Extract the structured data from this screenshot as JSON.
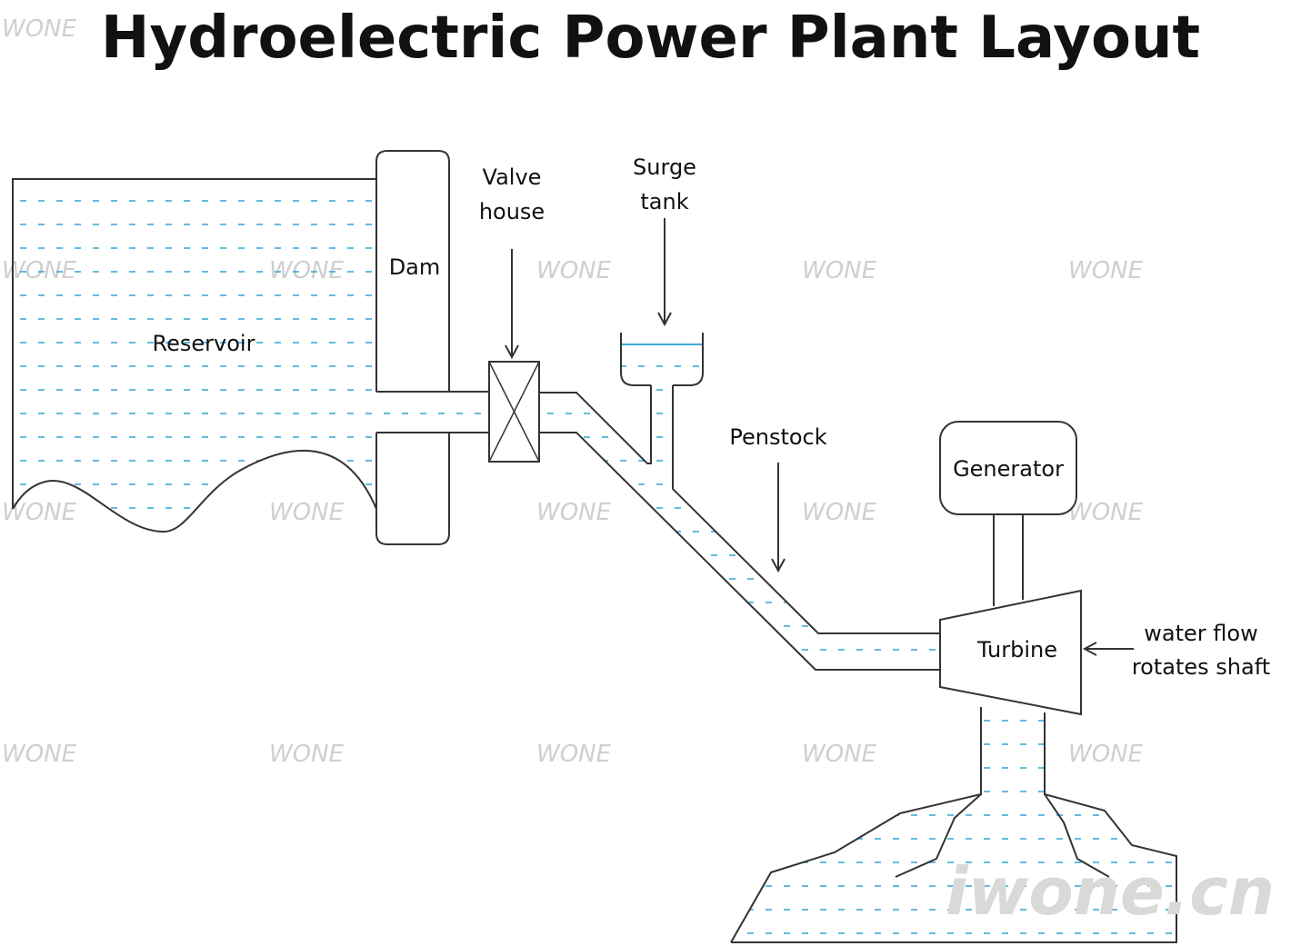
{
  "title": "Hydroelectric Power Plant Layout",
  "labels": {
    "reservoir": "Reservoir",
    "dam": "Dam",
    "valve_line1": "Valve",
    "valve_line2": "house",
    "surge_line1": "Surge",
    "surge_line2": "tank",
    "penstock": "Penstock",
    "generator": "Generator",
    "turbine": "Turbine",
    "flow_line1": "water flow",
    "flow_line2": "rotates shaft"
  },
  "watermark": {
    "text": "WONE",
    "brand": "iwone.cn"
  },
  "colors": {
    "line": "#333333",
    "water": "#3fa9d8",
    "watermark": "#cfcfcf"
  }
}
